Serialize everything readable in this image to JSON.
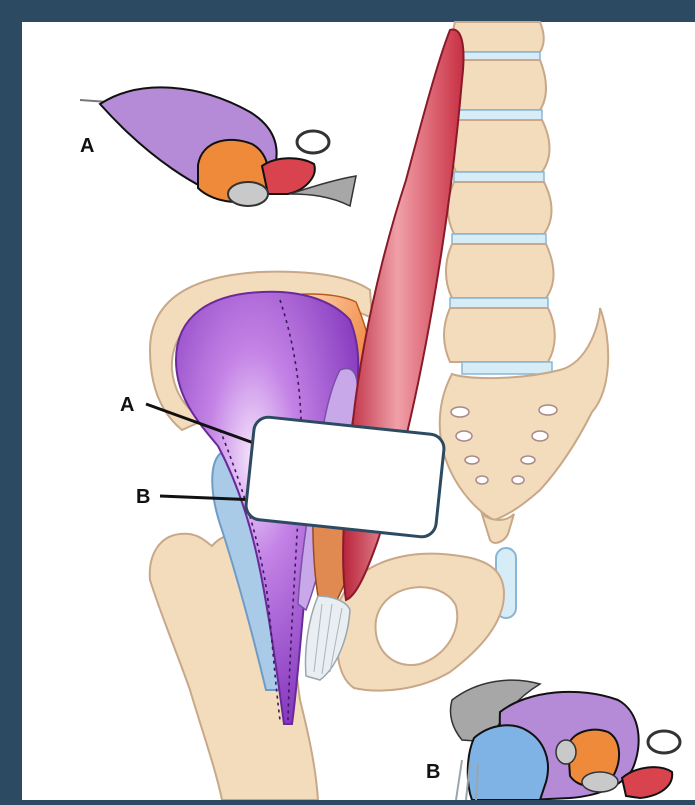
{
  "diagram": {
    "labels": {
      "inset_a": "A",
      "inset_b": "B",
      "pointer_a": "A",
      "pointer_b": "B"
    },
    "answer_box": {
      "value": ""
    },
    "colors": {
      "frame": "#2c4a62",
      "canvas": "#ffffff",
      "bone": "#f3dcbc",
      "bone_outline": "#c8a888",
      "muscle_purple": "#9a4fcf",
      "muscle_orange": "#ef8a3a",
      "muscle_red": "#d8434e",
      "bursa_blue": "#a9cbe8",
      "disc_blue": "#d6ecf7",
      "tendon": "#e8eef2",
      "gray": "#a7a7a7"
    }
  }
}
